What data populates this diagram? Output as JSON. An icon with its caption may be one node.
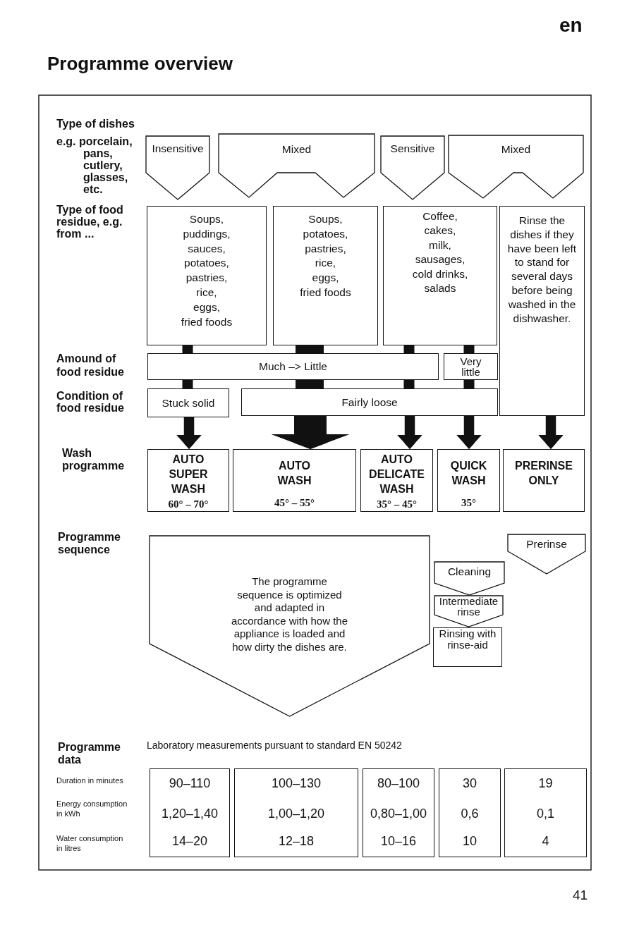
{
  "diagram": {
    "title": "Programme overview",
    "nodes": [
      {
        "text": [
          "Insensitive"
        ]
      },
      {
        "text": [
          "Mixed"
        ]
      },
      {
        "text": [
          "Sensitive"
        ]
      },
      {
        "text": [
          "Mixed"
        ]
      },
      {
        "text": [
          "Soups, puddings, sauces, potatoes, pastries, rice, eggs, fried foods"
        ]
      },
      {
        "text": [
          "Soups, potatoes, pastries, rice, eggs, fried foods"
        ]
      },
      {
        "text": [
          "Coffee, cakes, milk, sausages, cold drinks, salads"
        ]
      },
      {
        "text": [
          "Rinse the dishes if they have been left to stand for several days before being washed in the dishwasher."
        ]
      },
      {
        "text": [
          "Much –> Little"
        ]
      },
      {
        "text": [
          "Very little"
        ]
      },
      {
        "text": [
          "Stuck solid"
        ]
      },
      {
        "text": [
          "Fairly loose"
        ]
      },
      {
        "text": [
          "AUTO SUPER WASH",
          "60° – 70°"
        ]
      },
      {
        "text": [
          "AUTO WASH",
          "45° – 55°"
        ]
      },
      {
        "text": [
          "AUTO DELICATE WASH",
          "35° – 45°"
        ]
      },
      {
        "text": [
          "QUICK WASH",
          "35°"
        ]
      },
      {
        "text": [
          "PRERINSE ONLY"
        ]
      },
      {
        "text": [
          "The programme sequence is optimized and adapted in accordance with how the appliance is loaded and how dirty the dishes are."
        ]
      },
      {
        "text": [
          "Prerinse"
        ]
      },
      {
        "text": [
          "Cleaning"
        ]
      },
      {
        "text": [
          "Intermediate rinse"
        ]
      },
      {
        "text": [
          "Rinsing with rinse-aid"
        ]
      },
      {
        "text": [
          "90–110",
          "1,20–1,40",
          "14–20"
        ]
      },
      {
        "text": [
          "100–130",
          "1,00–1,20",
          "12–18"
        ]
      },
      {
        "text": [
          "80–100",
          "0,80–1,00",
          "10–16"
        ]
      },
      {
        "text": [
          "30",
          "0,6",
          "10"
        ]
      },
      {
        "text": [
          "19",
          "0,1",
          "4"
        ]
      }
    ],
    "edges": [
      {
        "from": 4,
        "to": 8,
        "arrow": "none"
      },
      {
        "from": 5,
        "to": 8,
        "arrow": "none",
        "style": "thick"
      },
      {
        "from": 6,
        "to": 8,
        "arrow": "none"
      },
      {
        "from": 6,
        "to": 9,
        "arrow": "none"
      },
      {
        "from": 8,
        "to": 10,
        "arrow": "none"
      },
      {
        "from": 8,
        "to": 11,
        "arrow": "none",
        "style": "thick"
      },
      {
        "from": 8,
        "to": 11,
        "arrow": "none"
      },
      {
        "from": 9,
        "to": 11,
        "arrow": "none"
      },
      {
        "from": 10,
        "to": 12,
        "arrow": "to"
      },
      {
        "from": 11,
        "to": 13,
        "arrow": "to",
        "style": "thick"
      },
      {
        "from": 11,
        "to": 14,
        "arrow": "to"
      },
      {
        "from": 11,
        "to": 15,
        "arrow": "to"
      },
      {
        "from": 7,
        "to": 16,
        "arrow": "to"
      }
    ],
    "labels": [
      "en",
      "Type of dishes",
      "e.g. porcelain, pans, cutlery, glasses, etc.",
      "Type of food residue, e.g. from ...",
      "Amound of food residue",
      "Condition of food residue",
      "Wash programme",
      "Programme sequence",
      "Programme data",
      "Laboratory measurements pursuant to standard EN 50242",
      "Duration in minutes",
      "Energy consumption in kWh",
      "Water consumption in litres",
      "41"
    ]
  }
}
